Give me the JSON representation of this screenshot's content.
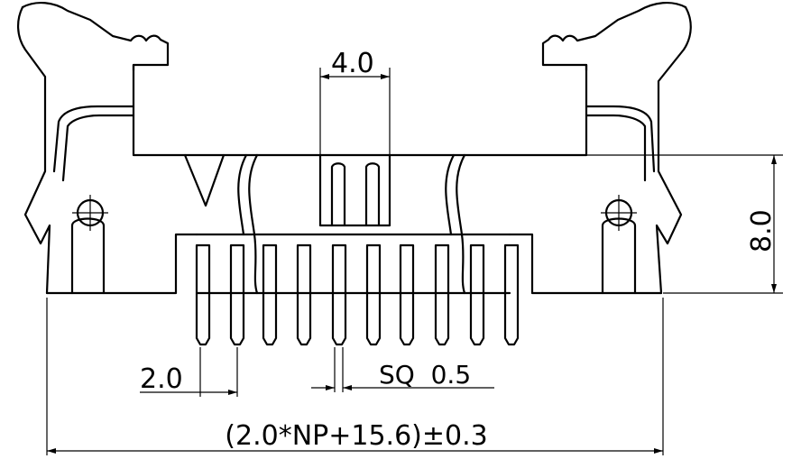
{
  "dimensions": {
    "pin_tip_width": "4.0",
    "height": "8.0",
    "pitch": "2.0",
    "pin_square": "SQ  0.5",
    "overall_length": "(2.0*NP+15.6)±0.3"
  },
  "line_color": "#000000",
  "background": "#ffffff"
}
